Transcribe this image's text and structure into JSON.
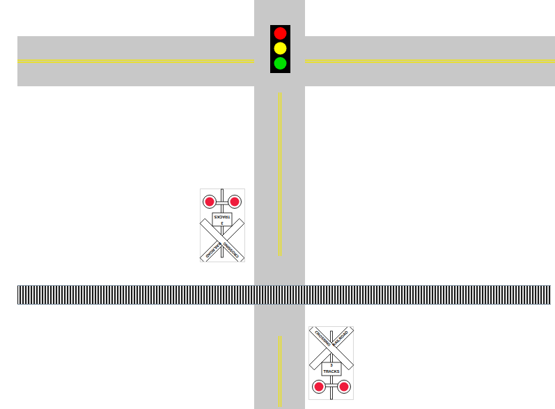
{
  "diagram": {
    "labels": [
      "RAILROAD",
      "CROSSING",
      "3",
      "TRACKS",
      "RAILROAD",
      "CROSSING",
      "3",
      "TRACKS"
    ]
  }
}
